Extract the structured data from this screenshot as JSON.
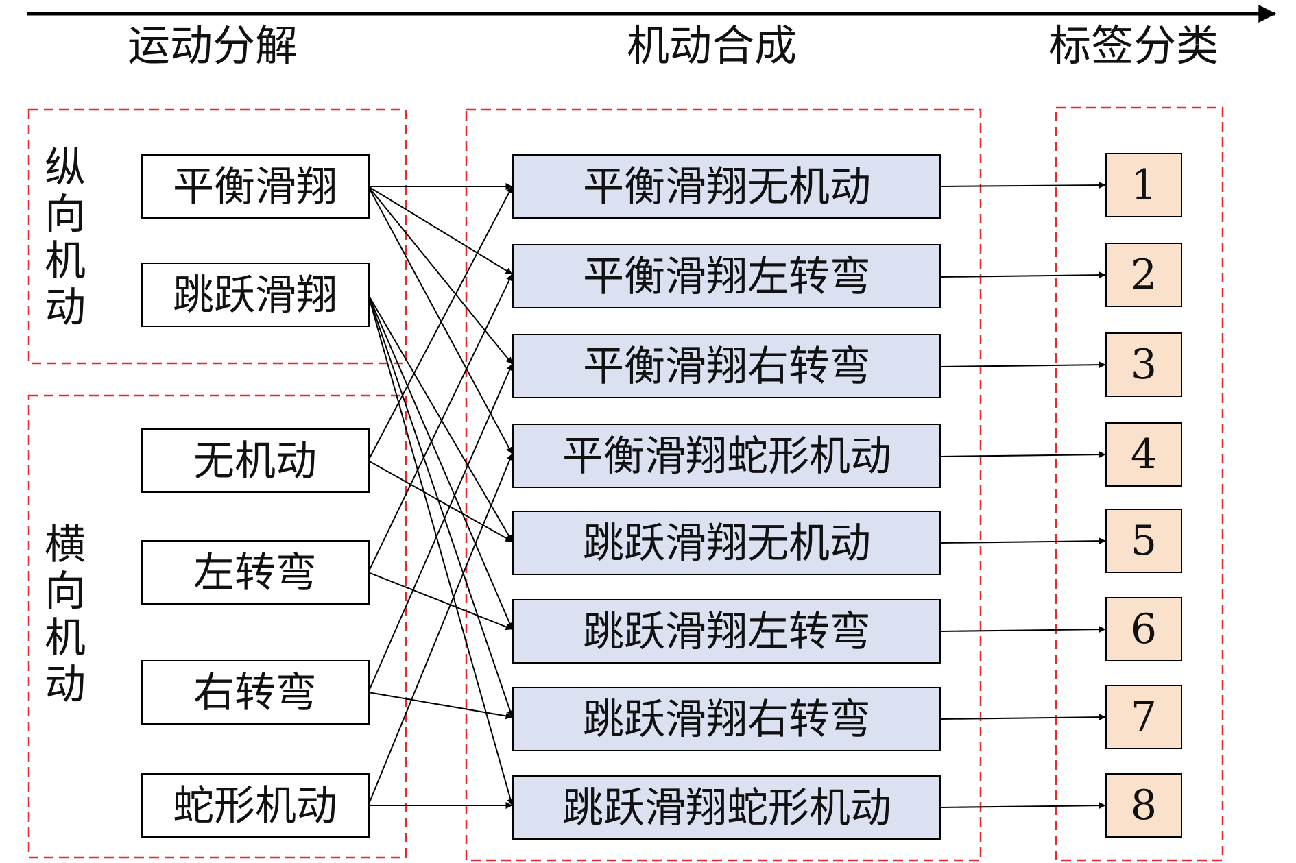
{
  "colors": {
    "line": "#000000",
    "dash_frame": "#e8292c",
    "combined_fill": "#dbe1f1",
    "label_fill": "#f9e1cc",
    "white_fill": "#ffffff"
  },
  "stages": [
    "运动分解",
    "机动合成",
    "标签分类"
  ],
  "groups": [
    {
      "label": "纵向机动",
      "chars": [
        "纵",
        "向",
        "机",
        "动"
      ]
    },
    {
      "label": "横向机动",
      "chars": [
        "横",
        "向",
        "机",
        "动"
      ]
    }
  ],
  "decomposition": {
    "longitudinal": [
      "平衡滑翔",
      "跳跃滑翔"
    ],
    "lateral": [
      "无机动",
      "左转弯",
      "右转弯",
      "蛇形机动"
    ]
  },
  "combined": [
    "平衡滑翔无机动",
    "平衡滑翔左转弯",
    "平衡滑翔右转弯",
    "平衡滑翔蛇形机动",
    "跳跃滑翔无机动",
    "跳跃滑翔左转弯",
    "跳跃滑翔右转弯",
    "跳跃滑翔蛇形机动"
  ],
  "labels": [
    "1",
    "2",
    "3",
    "4",
    "5",
    "6",
    "7",
    "8"
  ]
}
